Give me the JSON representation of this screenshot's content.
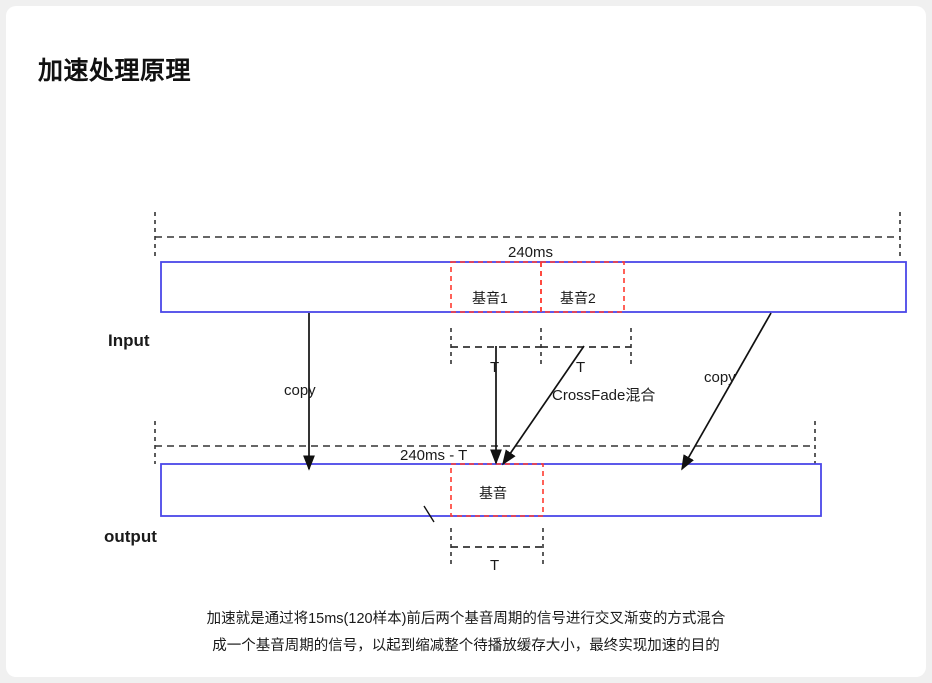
{
  "page": {
    "title": "加速处理原理",
    "background": "#f0f0f0",
    "card_background": "#ffffff"
  },
  "colors": {
    "bar_stroke": "#4a47e8",
    "segment_stroke": "#ff3b30",
    "guide_stroke": "#333333",
    "text": "#1a1a1a"
  },
  "diagram": {
    "input": {
      "row_label": "Input",
      "span_label": "240ms",
      "segments": [
        {
          "label": "基音1"
        },
        {
          "label": "基音2"
        }
      ],
      "measure_labels": [
        "T",
        "T"
      ],
      "crossfade_label": "CrossFade混合"
    },
    "output": {
      "row_label": "output",
      "span_label": "240ms - T",
      "segments": [
        {
          "label": "基音"
        }
      ],
      "measure_labels": [
        "T"
      ]
    },
    "arrows": [
      {
        "label": "copy"
      },
      {
        "label": "copy"
      }
    ]
  },
  "caption": {
    "line1": "加速就是通过将15ms(120样本)前后两个基音周期的信号进行交叉渐变的方式混合",
    "line2": "成一个基音周期的信号，以起到缩减整个待播放缓存大小，最终实现加速的目的"
  }
}
